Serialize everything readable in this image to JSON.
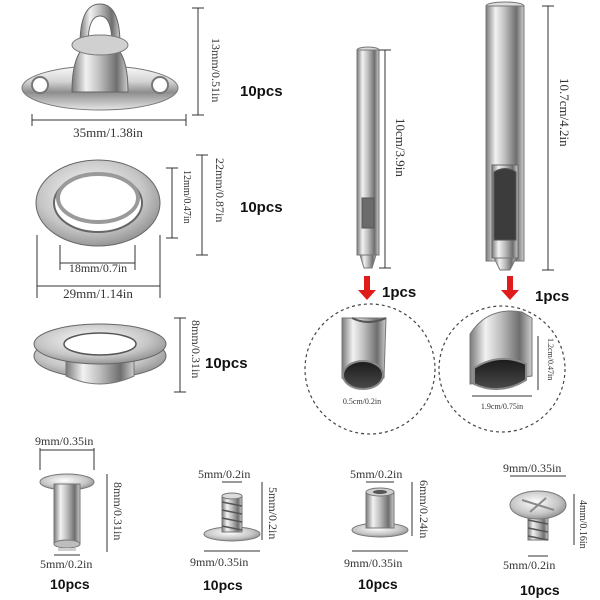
{
  "lines": {
    "top_fastener": {
      "width": "35mm/1.38in",
      "height": "13mm/0.51in",
      "qty": "10pcs"
    },
    "oval_grommet": {
      "outer_height": "22mm/0.87in",
      "inner_height": "12mm/0.47in",
      "inner_width": "18mm/0.7in",
      "outer_width": "29mm/1.14in",
      "qty": "10pcs"
    },
    "round_grommet": {
      "height": "8mm/0.31in",
      "qty": "10pcs"
    },
    "small_punch": {
      "length": "10cm/3.9in",
      "qty": "1pcs",
      "tip": "0.5cm/0.2in"
    },
    "large_punch": {
      "length": "10.7cm/4.2in",
      "qty": "1pcs",
      "tip_height": "1.2cm/0.47in",
      "tip_width": "1.9cm/0.75in"
    },
    "screw1": {
      "head": "9mm/0.35in",
      "height": "8mm/0.31in",
      "base": "5mm/0.2in",
      "qty": "10pcs"
    },
    "screw2": {
      "top": "5mm/0.2in",
      "height": "5mm/0.2in",
      "base": "9mm/0.35in",
      "qty": "10pcs"
    },
    "screw3": {
      "top": "5mm/0.2in",
      "height": "6mm/0.24in",
      "base": "9mm/0.35in",
      "qty": "10pcs"
    },
    "screw4": {
      "head": "9mm/0.35in",
      "height": "4mm/0.16in",
      "base": "5mm/0.2in",
      "qty": "10pcs"
    }
  },
  "colors": {
    "arrow": "#e01b1b",
    "metal_light": "#f4f4f4",
    "metal_mid": "#b9b9b9",
    "metal_dark": "#5a5a5a",
    "dim_line": "#333333"
  }
}
